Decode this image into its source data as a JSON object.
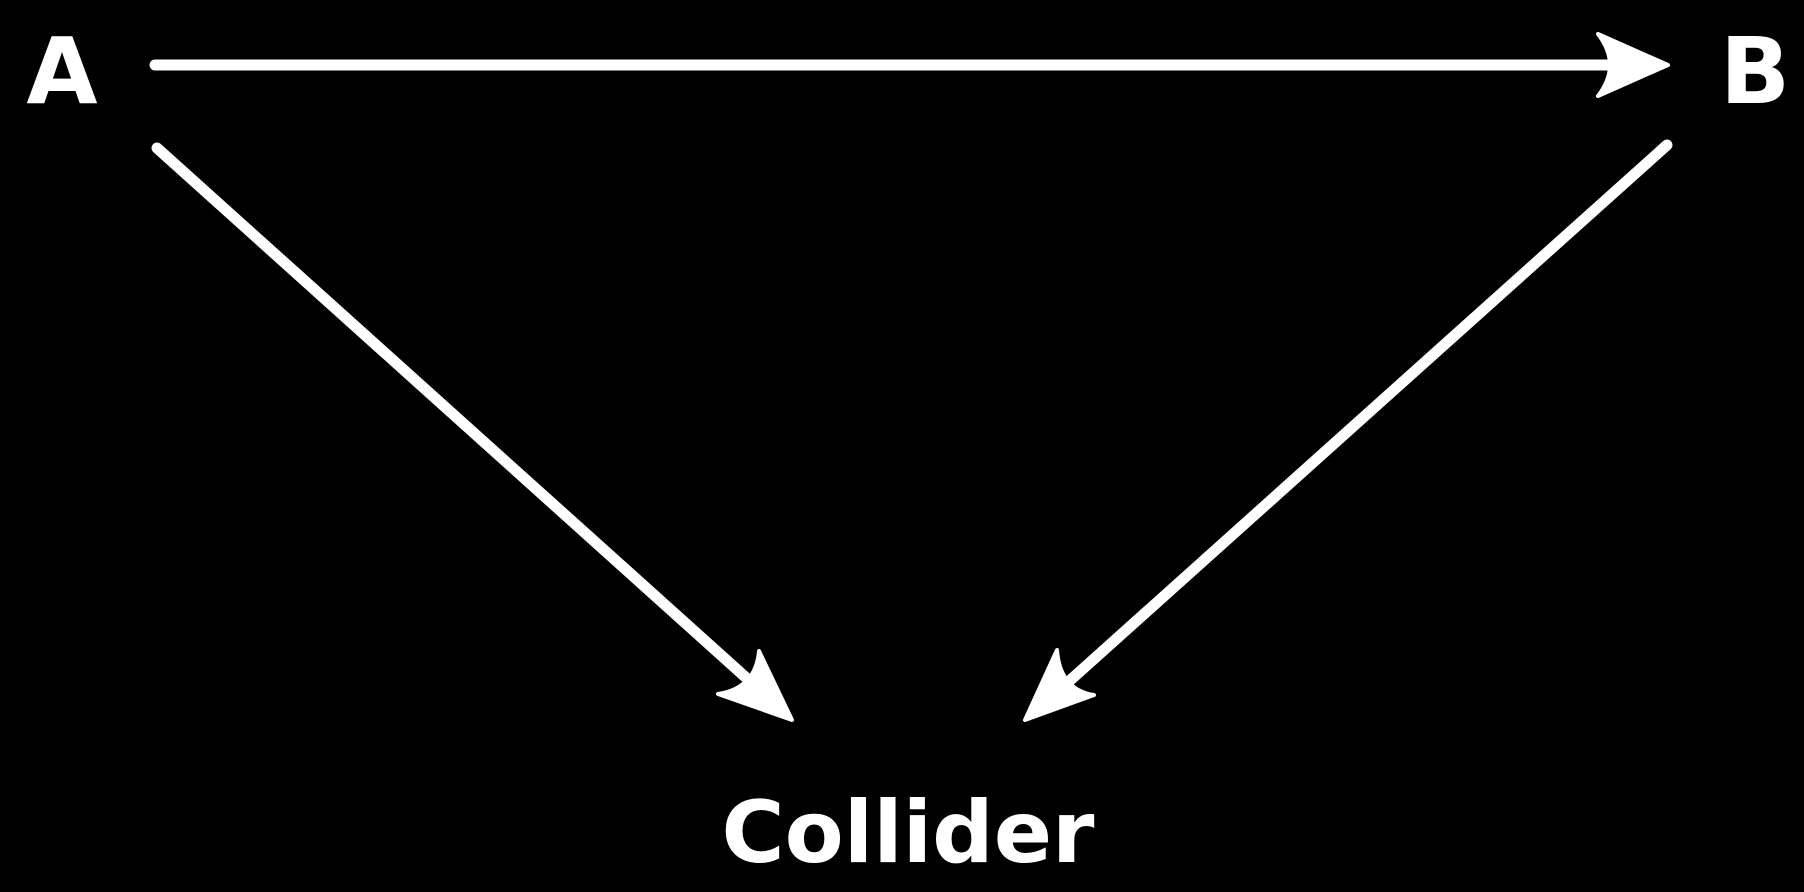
{
  "diagram": {
    "background": "#000000",
    "foreground": "#ffffff",
    "nodes": [
      {
        "id": "A",
        "label": "A"
      },
      {
        "id": "B",
        "label": "B"
      },
      {
        "id": "C",
        "label": "Collider"
      }
    ],
    "edges": [
      {
        "from": "A",
        "to": "B"
      },
      {
        "from": "A",
        "to": "C"
      },
      {
        "from": "B",
        "to": "C"
      }
    ]
  }
}
